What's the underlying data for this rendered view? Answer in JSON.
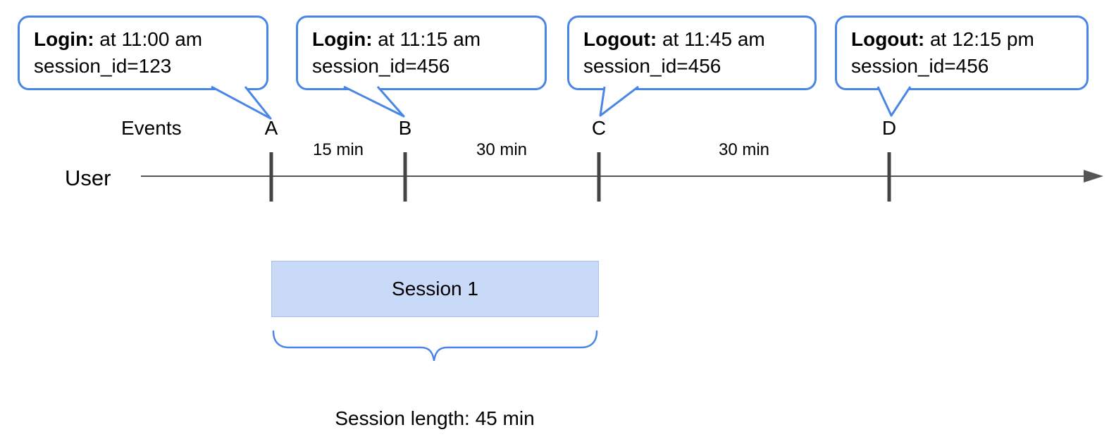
{
  "callouts": [
    {
      "title": "Login:",
      "time": " at 11:00 am",
      "session": "session_id=123"
    },
    {
      "title": "Login:",
      "time": " at 11:15 am",
      "session": "session_id=456"
    },
    {
      "title": "Logout:",
      "time": " at 11:45 am",
      "session": "session_id=456"
    },
    {
      "title": "Logout:",
      "time": " at 12:15 pm",
      "session": "session_id=456"
    }
  ],
  "timeline": {
    "events_label": "Events",
    "user_label": "User",
    "event_markers": [
      "A",
      "B",
      "C",
      "D"
    ],
    "intervals": [
      "15 min",
      "30 min",
      "30 min"
    ]
  },
  "session": {
    "label": "Session 1",
    "length_label": "Session length: 45 min"
  },
  "colors": {
    "callout_border": "#4a86e8",
    "session_fill": "#c9daf8",
    "brace": "#4a86e8",
    "timeline_line": "#555555",
    "tick": "#444444"
  }
}
